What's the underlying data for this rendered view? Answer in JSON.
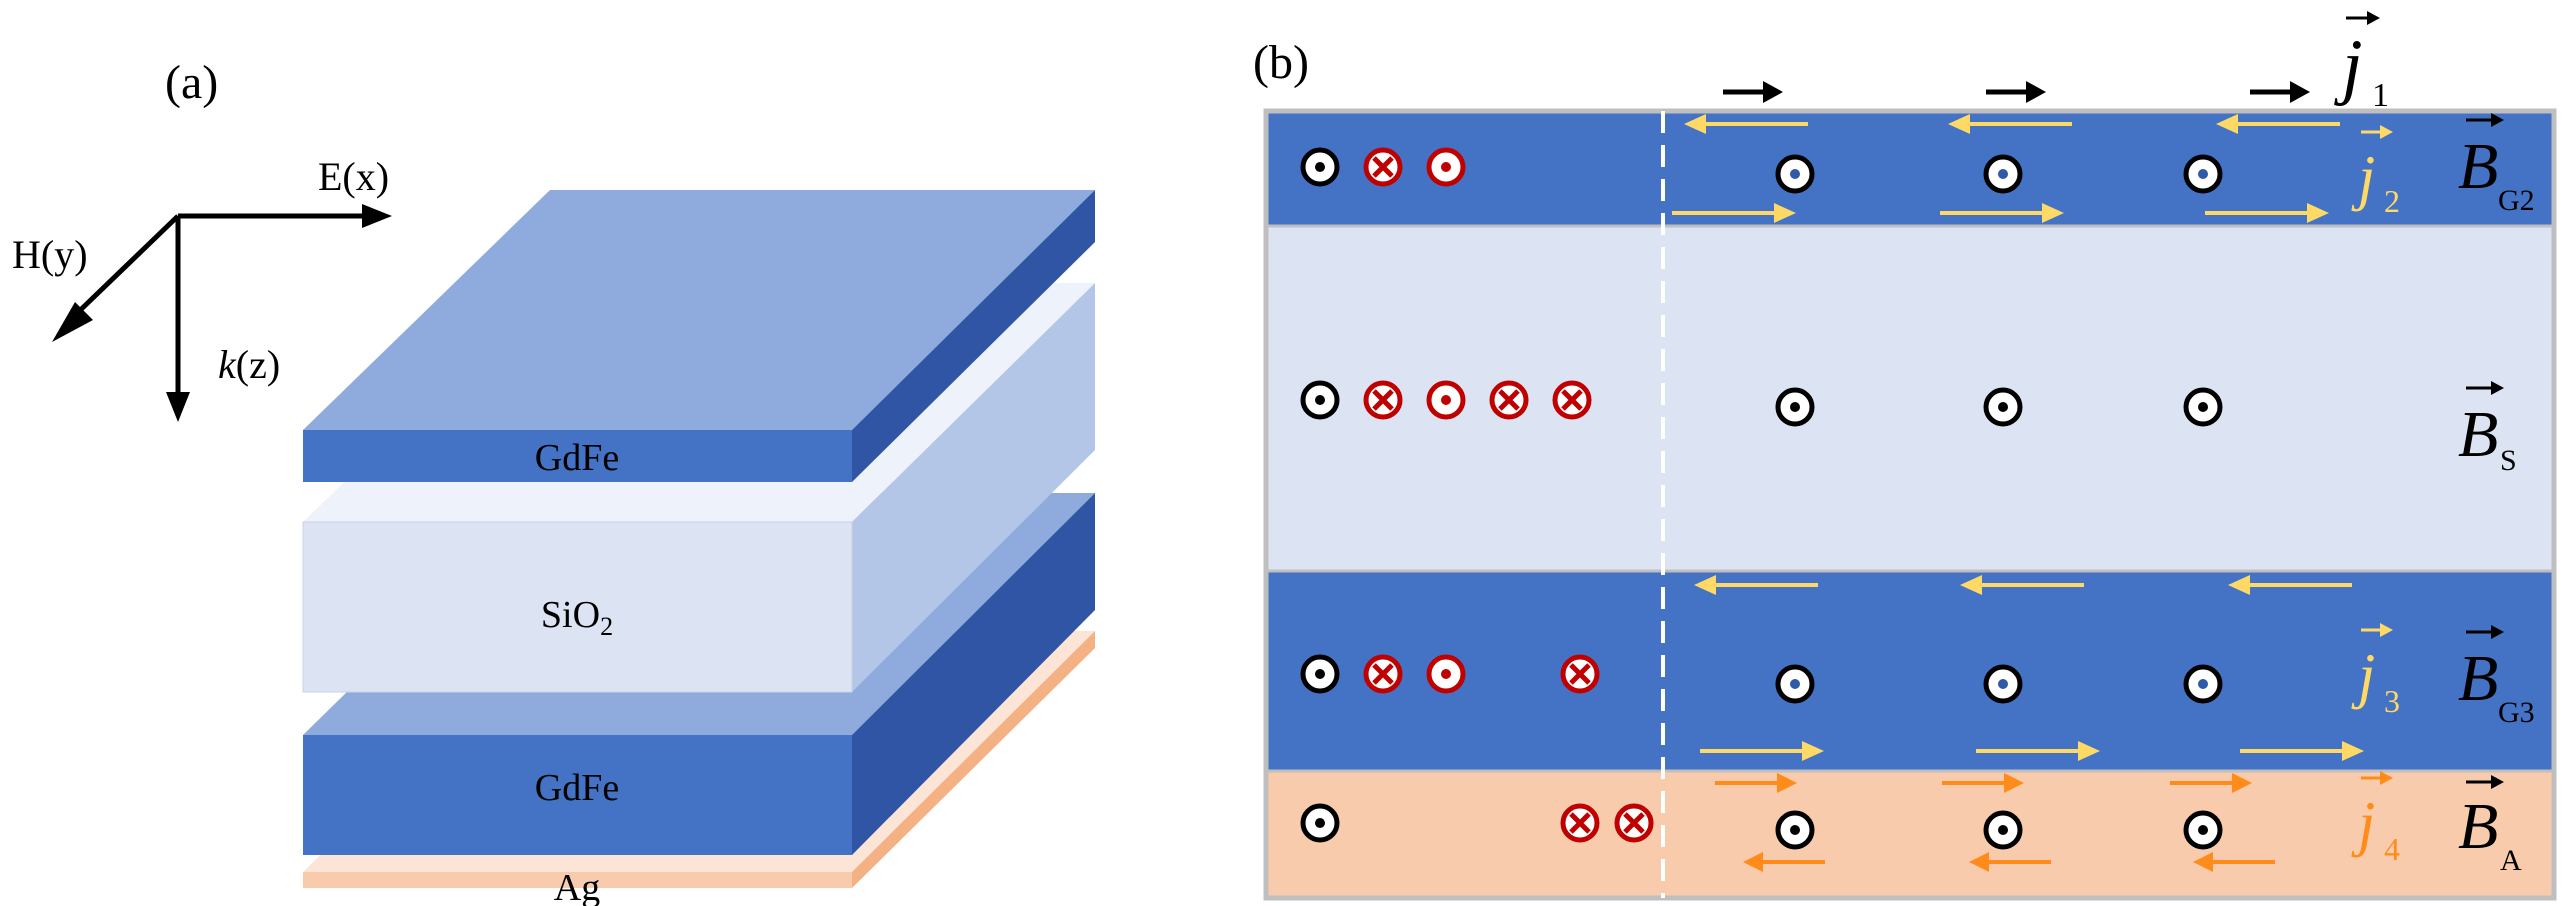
{
  "panel_a": {
    "label": "(a)",
    "axes": {
      "x": "E(x)",
      "y": "H(y)",
      "z_italic": "k",
      "z_rest": "(z)"
    },
    "layers": {
      "top": "GdFe",
      "spacer_base": "SiO",
      "spacer_sub": "2",
      "bottom": "GdFe",
      "substrate": "Ag"
    }
  },
  "panel_b": {
    "label": "(b)",
    "currents": [
      {
        "letter": "j",
        "sub": "1"
      },
      {
        "letter": "j",
        "sub": "2"
      },
      {
        "letter": "j",
        "sub": "3"
      },
      {
        "letter": "j",
        "sub": "4"
      }
    ],
    "fields": [
      {
        "letter": "B",
        "sub": "G2"
      },
      {
        "letter": "B",
        "sub": "S"
      },
      {
        "letter": "B",
        "sub": "G3"
      },
      {
        "letter": "B",
        "sub": "A"
      }
    ]
  },
  "colors": {
    "gdfe": "#4472c4",
    "gdfe_dark": "#3a5fa8",
    "sio2": "#dce3f2",
    "sio2_side": "#b4c6e7",
    "ag": "#f8cbad",
    "ag_side": "#f4b183",
    "j_yellow": "#ffd966",
    "j_orange": "#ff8c1a",
    "red_marker": "#c00000"
  }
}
